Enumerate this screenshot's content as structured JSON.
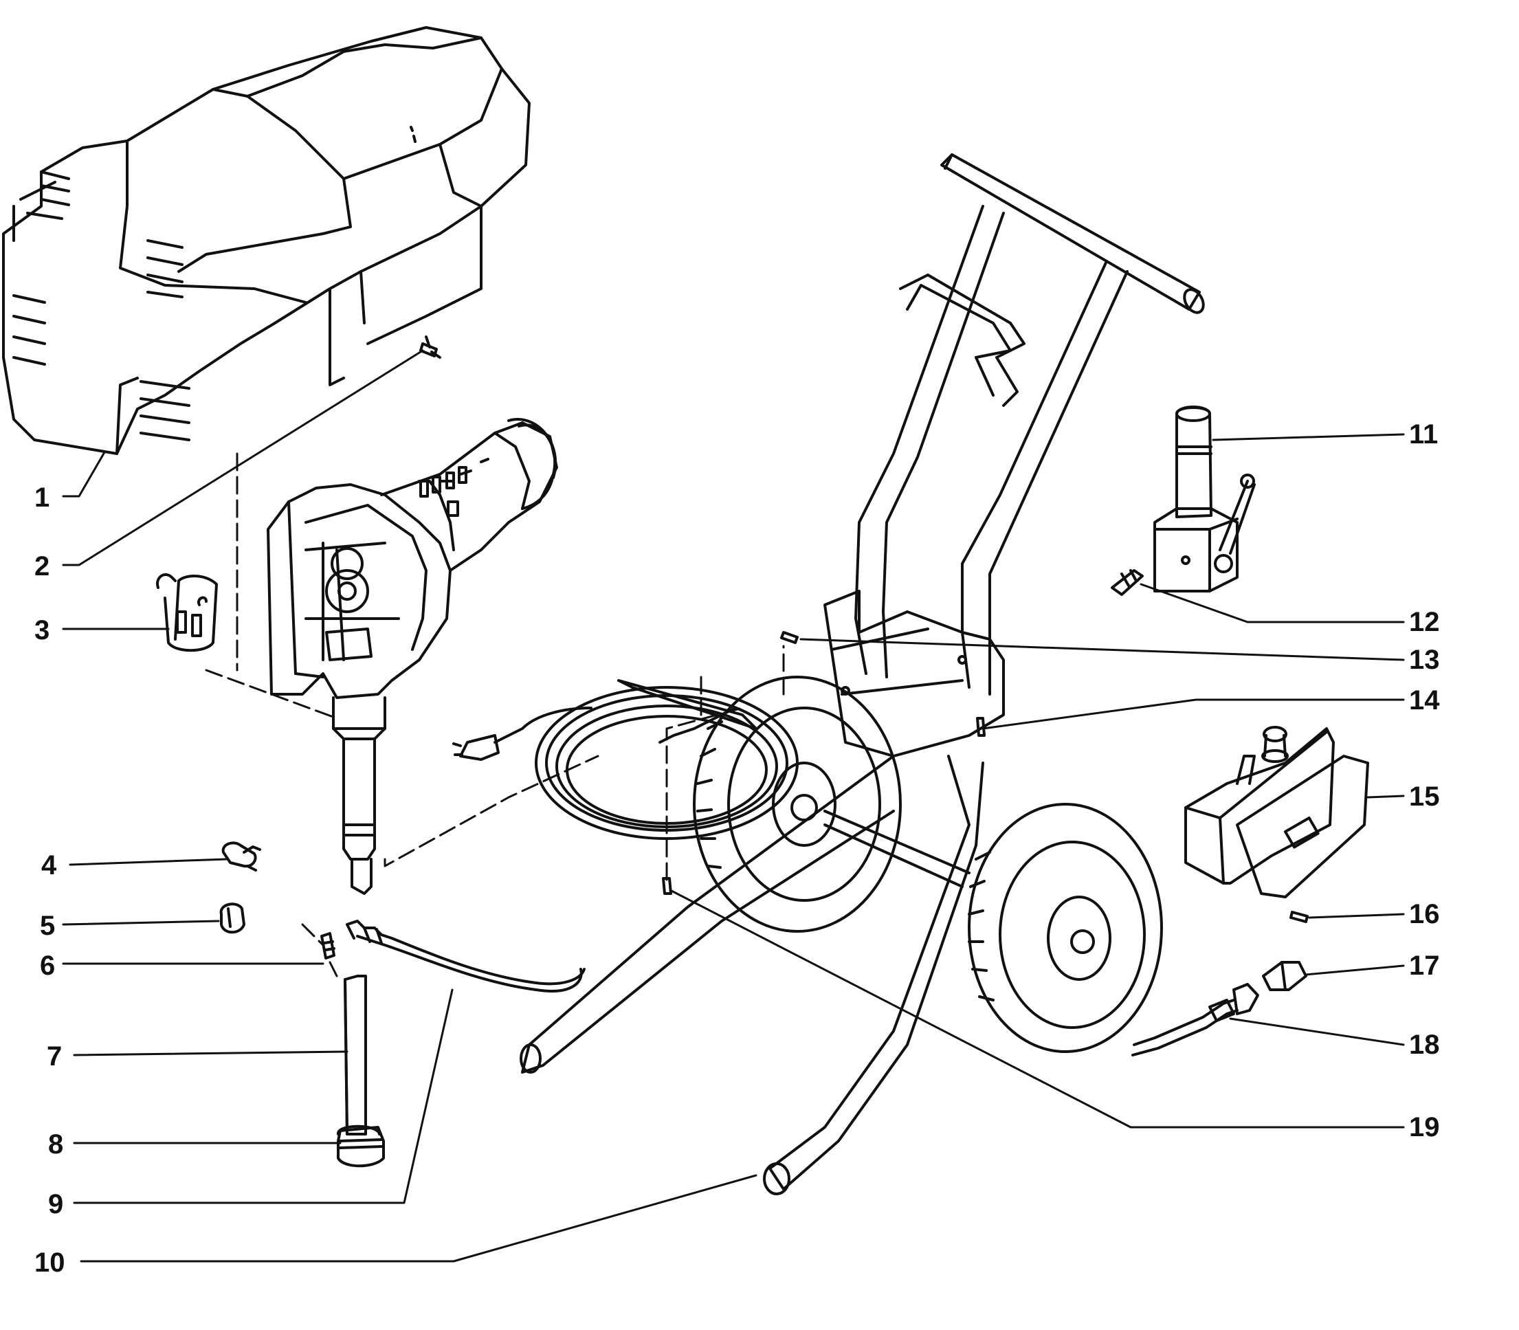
{
  "diagram": {
    "type": "exploded-parts-diagram",
    "line_color": "#111111",
    "background": "#ffffff",
    "callouts": [
      {
        "label": "1"
      },
      {
        "label": "2"
      },
      {
        "label": "3"
      },
      {
        "label": "4"
      },
      {
        "label": "5"
      },
      {
        "label": "6"
      },
      {
        "label": "7"
      },
      {
        "label": "8"
      },
      {
        "label": "9"
      },
      {
        "label": "10"
      },
      {
        "label": "11"
      },
      {
        "label": "12"
      },
      {
        "label": "13"
      },
      {
        "label": "14"
      },
      {
        "label": "15"
      },
      {
        "label": "16"
      },
      {
        "label": "17"
      },
      {
        "label": "18"
      },
      {
        "label": "19"
      }
    ]
  }
}
